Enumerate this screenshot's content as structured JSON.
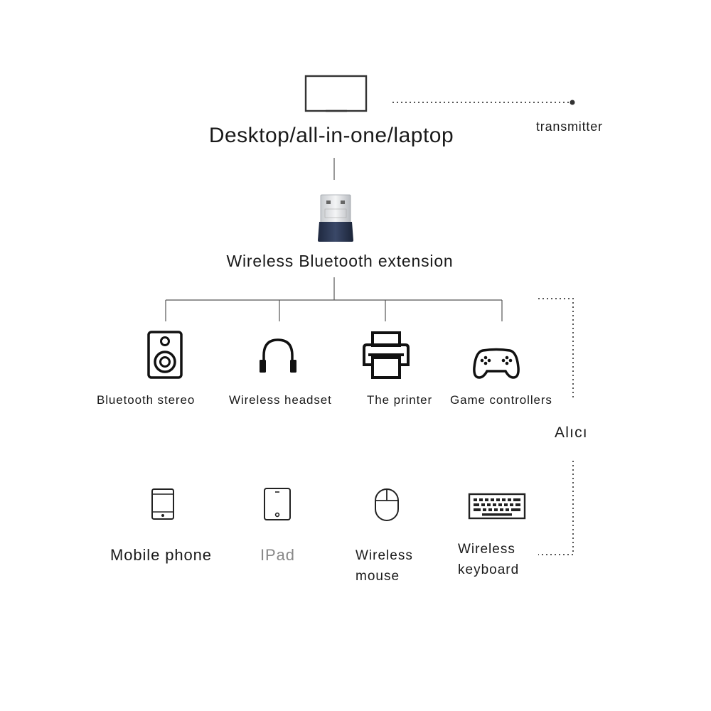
{
  "source": {
    "label": "Desktop/all-in-one/laptop",
    "icon": "monitor-icon"
  },
  "transmitter_label": "transmitter",
  "adapter": {
    "label": "Wireless Bluetooth extension",
    "icon": "usb-bluetooth-dongle-icon",
    "body_color": "#2e3a55"
  },
  "receiver_label": "Alıcı",
  "row1": [
    {
      "label": "Bluetooth stereo",
      "icon": "speaker-icon"
    },
    {
      "label": "Wireless headset",
      "icon": "headphones-icon"
    },
    {
      "label": "The printer",
      "icon": "printer-icon"
    },
    {
      "label": "Game controllers",
      "icon": "gamepad-icon"
    }
  ],
  "row2": [
    {
      "label": "Mobile phone",
      "icon": "mobile-phone-icon"
    },
    {
      "label": "IPad",
      "icon": "tablet-icon"
    },
    {
      "label_line1": "Wireless",
      "label_line2": "mouse",
      "icon": "mouse-icon"
    },
    {
      "label_line1": "Wireless",
      "label_line2": "keyboard",
      "icon": "keyboard-icon"
    }
  ]
}
